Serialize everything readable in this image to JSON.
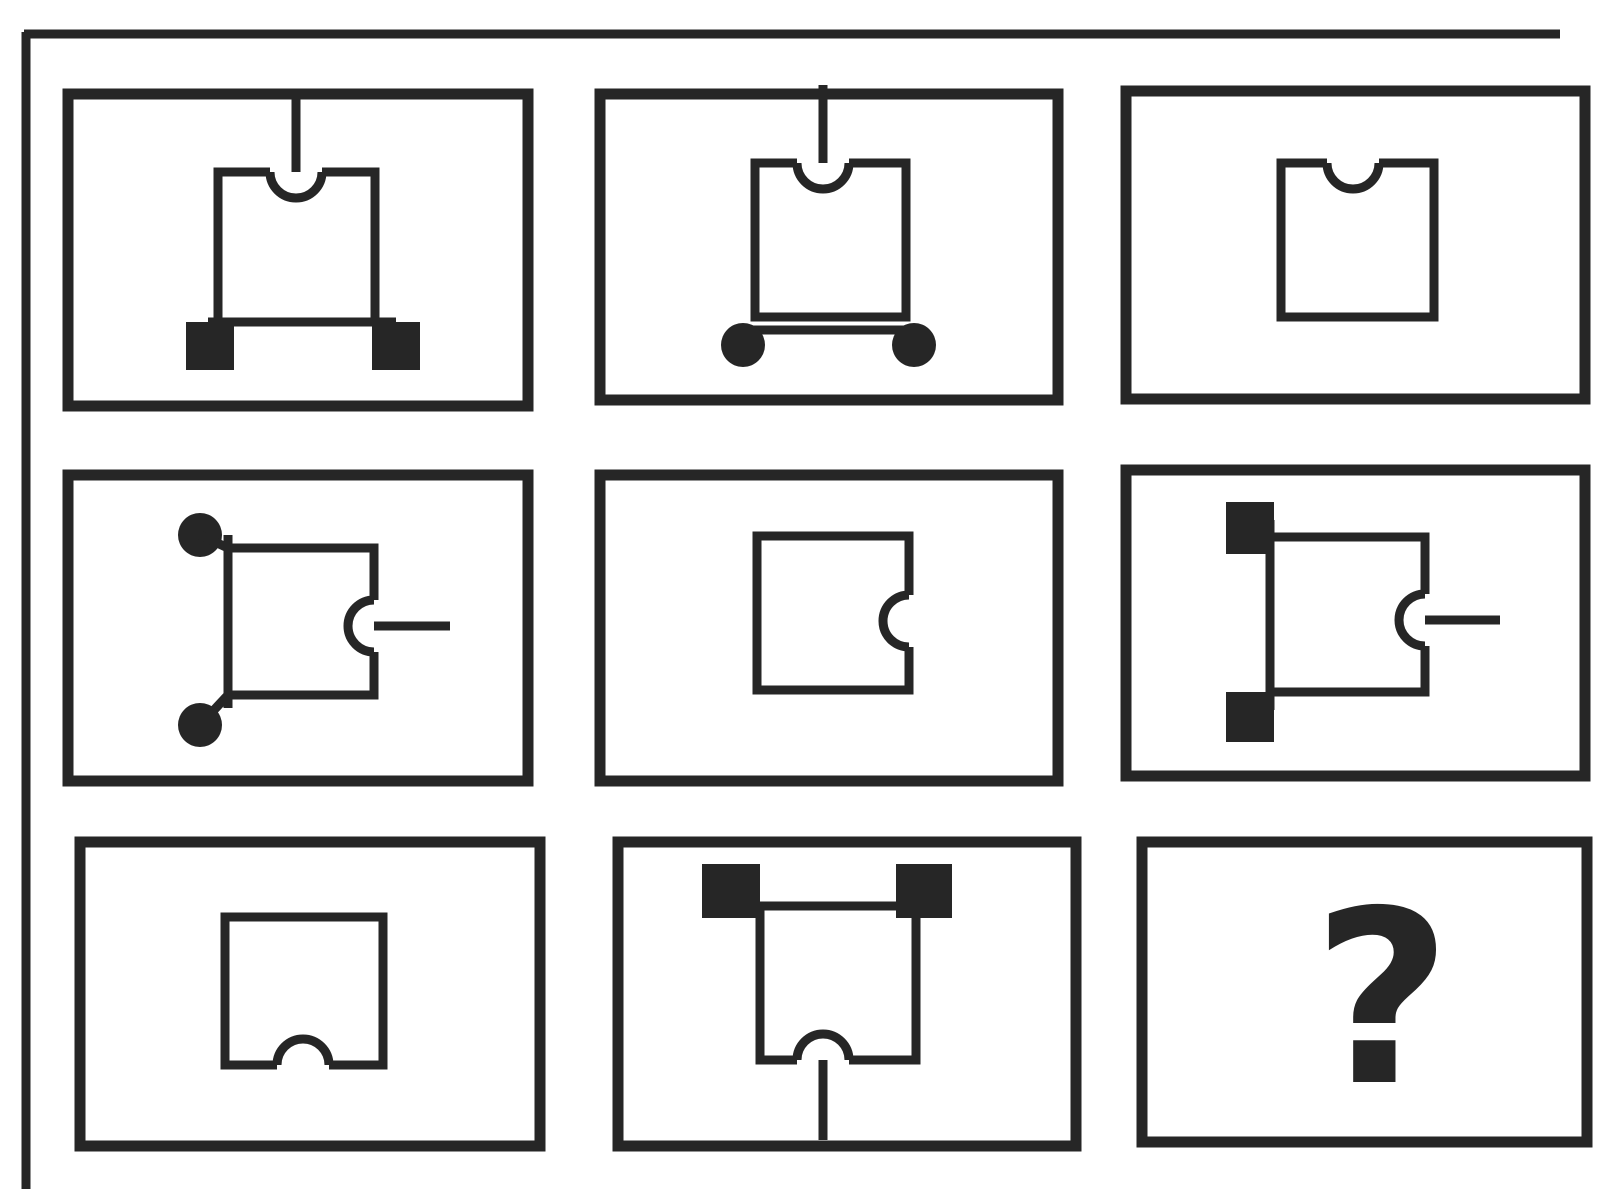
{
  "puzzle": {
    "missing_cell_label": "?",
    "ink_color": "#262626",
    "background_color": "#ffffff",
    "rows": [
      [
        {
          "name": "cell-r1-c1",
          "circle_side": "top",
          "stem": "top",
          "end_caps": "squares",
          "cap_side": "bottom"
        },
        {
          "name": "cell-r1-c2",
          "circle_side": "top",
          "stem": "top",
          "end_caps": "dots",
          "cap_side": "bottom"
        },
        {
          "name": "cell-r1-c3",
          "circle_side": "top",
          "stem": "none",
          "end_caps": "none",
          "cap_side": "none"
        }
      ],
      [
        {
          "name": "cell-r2-c1",
          "circle_side": "right",
          "stem": "right",
          "end_caps": "dots",
          "cap_side": "left"
        },
        {
          "name": "cell-r2-c2",
          "circle_side": "right",
          "stem": "none",
          "end_caps": "none",
          "cap_side": "none"
        },
        {
          "name": "cell-r2-c3",
          "circle_side": "right",
          "stem": "right",
          "end_caps": "squares",
          "cap_side": "left"
        }
      ],
      [
        {
          "name": "cell-r3-c1",
          "circle_side": "bottom",
          "stem": "none",
          "end_caps": "none",
          "cap_side": "none"
        },
        {
          "name": "cell-r3-c2",
          "circle_side": "bottom",
          "stem": "bottom",
          "end_caps": "squares",
          "cap_side": "top"
        },
        {
          "name": "cell-r3-c3",
          "missing": true
        }
      ]
    ]
  }
}
